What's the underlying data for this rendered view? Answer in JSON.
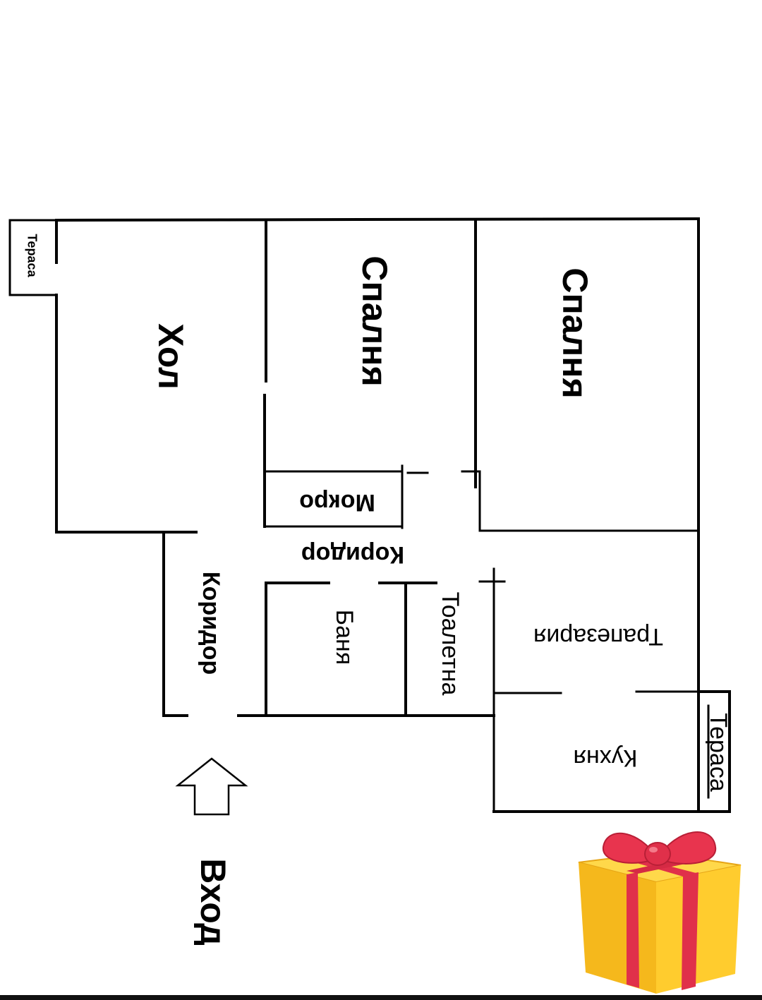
{
  "rooms": {
    "terrace_left": "Тераса",
    "hall": "Хол",
    "bedroom_1": "Спалня",
    "bedroom_2": "Спалня",
    "wet": "Мокро",
    "corridor_h": "Коридор",
    "corridor_v": "Коридор",
    "bathroom": "Баня",
    "toilet": "Тоалетна",
    "dining": "Трапезария",
    "kitchen": "Кухня",
    "terrace_right": "Тераса"
  },
  "entrance": {
    "label": "Вход",
    "arrow_icon": "up-arrow-outline-icon"
  },
  "gift": {
    "icon": "gift-box-icon",
    "box_color": "#f7c21e",
    "ribbon_color": "#e0304a"
  }
}
